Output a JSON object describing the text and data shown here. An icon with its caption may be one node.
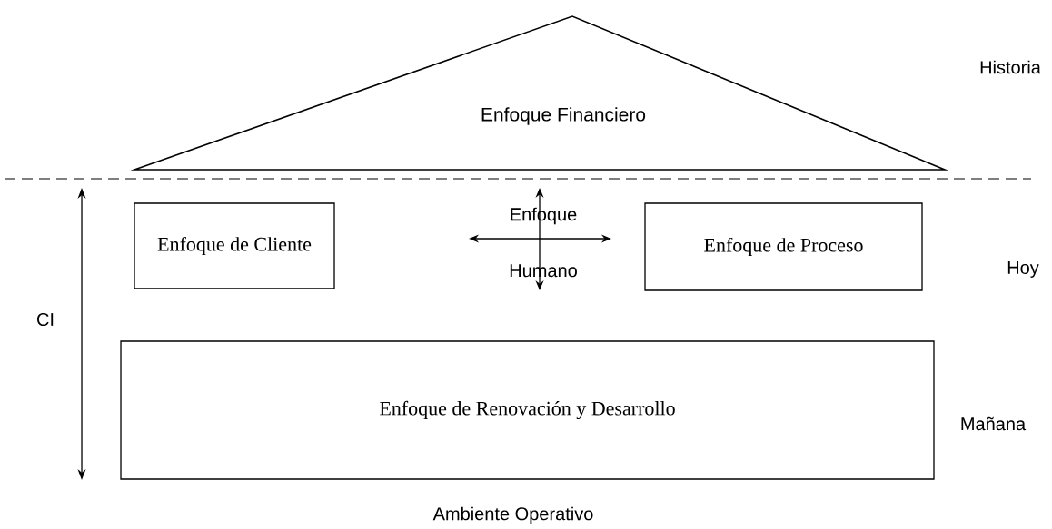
{
  "diagram": {
    "nodes": [
      {
        "text": [
          "Enfoque Financiero"
        ]
      },
      {
        "text": [
          "Enfoque de Cliente"
        ]
      },
      {
        "text": [
          "Enfoque de Proceso"
        ]
      },
      {
        "text": [
          "Enfoque Humano"
        ]
      },
      {
        "text": [
          "Enfoque de Renovación y Desarrollo"
        ]
      }
    ],
    "labels": [
      "Historia",
      "Hoy",
      "CI",
      "Mañana",
      "Ambiente Operativo"
    ]
  }
}
